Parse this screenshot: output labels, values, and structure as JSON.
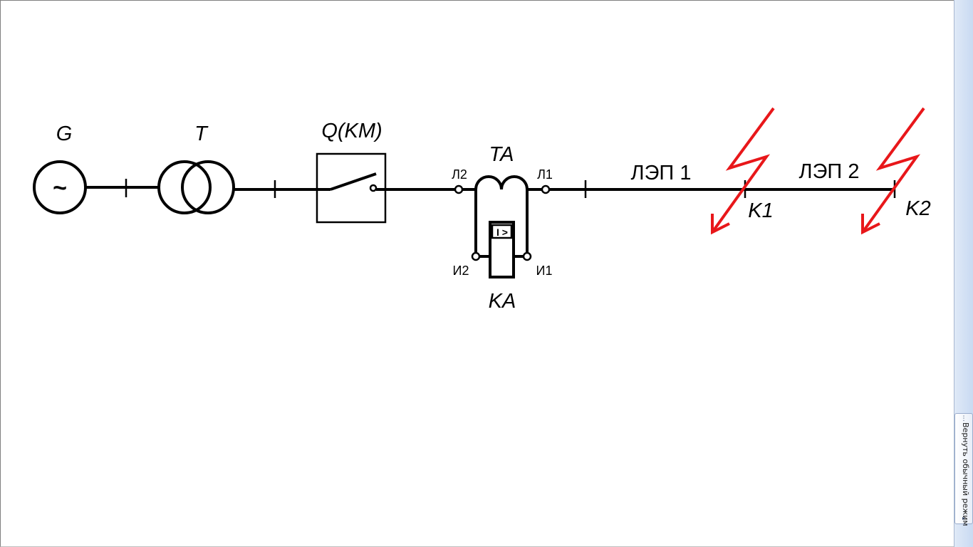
{
  "diagram": {
    "labels": {
      "generator": "G",
      "transformer": "T",
      "breaker": "Q(KM)",
      "current_transformer": "TA",
      "relay": "KA",
      "relay_symbol": "I >",
      "terminal_l2": "Л2",
      "terminal_l1": "Л1",
      "terminal_i2": "И2",
      "terminal_i1": "И1",
      "line1": "ЛЭП 1",
      "line2": "ЛЭП 2",
      "fault1": "K1",
      "fault2": "K2",
      "generator_symbol": "~"
    },
    "colors": {
      "line": "#000000",
      "fault": "#e8171a",
      "background": "#ffffff"
    }
  },
  "side_panel": {
    "restore_label": "Вернуть обычный режим",
    "grip_icon": "⋮",
    "arrow_icon": "▸"
  }
}
